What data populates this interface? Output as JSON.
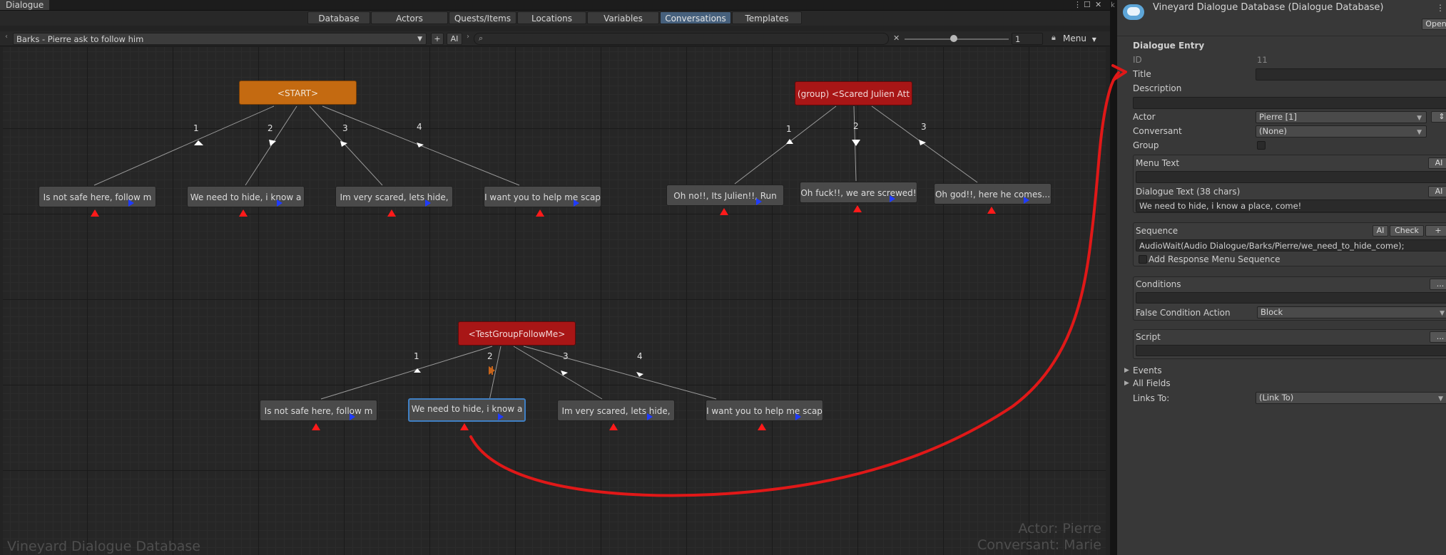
{
  "window": {
    "tab_title": "Dialogue"
  },
  "tabs": [
    "Database",
    "Actors",
    "Quests/Items",
    "Locations",
    "Variables",
    "Conversations",
    "Templates"
  ],
  "active_tab": "Conversations",
  "toolbar": {
    "conversation": "Barks - Pierre ask to follow him",
    "add_label": "+",
    "ai_label": "AI",
    "search_value": "",
    "zoom_value": "1",
    "menu_label": "Menu"
  },
  "graph": {
    "start_node": "<START>",
    "group_scared": "(group) <Scared Julien Att",
    "group_follow": "<TestGroupFollowMe>",
    "start_children": [
      "Is not safe here, follow m",
      "We need to hide, i know a",
      "Im very scared, lets hide,",
      "I want you to help me scap"
    ],
    "start_link_numbers": [
      "1",
      "2",
      "3",
      "4"
    ],
    "scared_children": [
      "Oh no!!, Its Julien!!, Run",
      "Oh fuck!!, we are screwed!",
      "Oh god!!, here he comes..."
    ],
    "scared_link_numbers": [
      "1",
      "2",
      "3"
    ],
    "follow_children": [
      "Is not safe here, follow m",
      "We need to hide, i know a",
      "Im very scared, lets hide,",
      "I want you to help me scap"
    ],
    "follow_link_numbers": [
      "1",
      "2",
      "3",
      "4"
    ]
  },
  "footer": {
    "database_name": "Vineyard Dialogue Database",
    "actor": "Actor: Pierre",
    "conversant": "Conversant: Marie"
  },
  "inspector": {
    "header": "Vineyard Dialogue Database (Dialogue Database)",
    "open_label": "Open",
    "section_title": "Dialogue Entry",
    "id_label": "ID",
    "id_value": "11",
    "title_label": "Title",
    "title_value": "",
    "description_label": "Description",
    "description_value": "",
    "actor_label": "Actor",
    "actor_value": "Pierre [1]",
    "conversant_label": "Conversant",
    "conversant_value": "(None)",
    "group_label": "Group",
    "menu_text_label": "Menu Text",
    "menu_text_value": "",
    "dialogue_text_label": "Dialogue Text (38 chars)",
    "dialogue_text_value": "We need to hide, i know a place, come!",
    "ai_label": "AI",
    "sequence_label": "Sequence",
    "check_label": "Check",
    "plus_label": "+",
    "sequence_value": "AudioWait(Audio Dialogue/Barks/Pierre/we_need_to_hide_come);",
    "add_response_label": "Add Response Menu Sequence",
    "conditions_label": "Conditions",
    "conditions_value": "",
    "false_condition_label": "False Condition Action",
    "false_condition_value": "Block",
    "script_label": "Script",
    "script_value": "",
    "ellipsis": "...",
    "events_label": "Events",
    "all_fields_label": "All Fields",
    "links_to_label": "Links To:",
    "links_to_value": "(Link To)"
  },
  "colors": {
    "accent_tab": "#46607c",
    "start_node": "#c46a11",
    "group_node": "#a81616",
    "annotation_arrow": "#e01818",
    "link_arrow": "#1f3bff"
  }
}
